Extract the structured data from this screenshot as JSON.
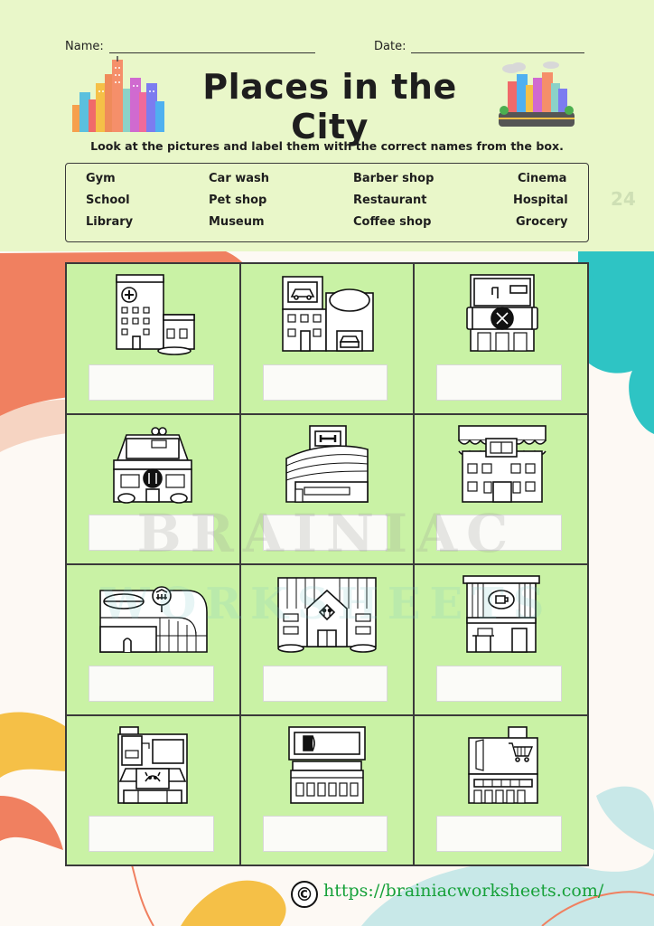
{
  "header": {
    "name_label": "Name:",
    "date_label": "Date:"
  },
  "title": "Places in the City",
  "instructions": "Look at the pictures and label them with the correct names from the box.",
  "word_box": {
    "words": [
      "Gym",
      "Car wash",
      "Barber shop",
      "Cinema",
      "School",
      "Pet shop",
      "Restaurant",
      "Hospital",
      "Library",
      "Museum",
      "Coffee shop",
      "Grocery"
    ]
  },
  "pictures": [
    {
      "icon": "hospital-building-icon"
    },
    {
      "icon": "car-wash-building-icon"
    },
    {
      "icon": "barber-shop-building-icon"
    },
    {
      "icon": "restaurant-building-icon"
    },
    {
      "icon": "gym-building-icon"
    },
    {
      "icon": "library-building-icon"
    },
    {
      "icon": "museum-building-icon"
    },
    {
      "icon": "school-building-icon"
    },
    {
      "icon": "coffee-shop-building-icon"
    },
    {
      "icon": "pet-shop-building-icon"
    },
    {
      "icon": "cinema-building-icon"
    },
    {
      "icon": "grocery-building-icon"
    }
  ],
  "watermark": {
    "line1": "BRAINIAC",
    "line2": "WORKSHEETS"
  },
  "faint_number": "24",
  "footer": {
    "copyright_symbol": "©",
    "url": "https://brainiacworksheets.com/"
  },
  "colors": {
    "band": "#e9f7c9",
    "grid": "#c9f2a5",
    "footer_text": "#17a13a",
    "blob_orange": "#f08060",
    "blob_teal": "#2ec4c4"
  }
}
